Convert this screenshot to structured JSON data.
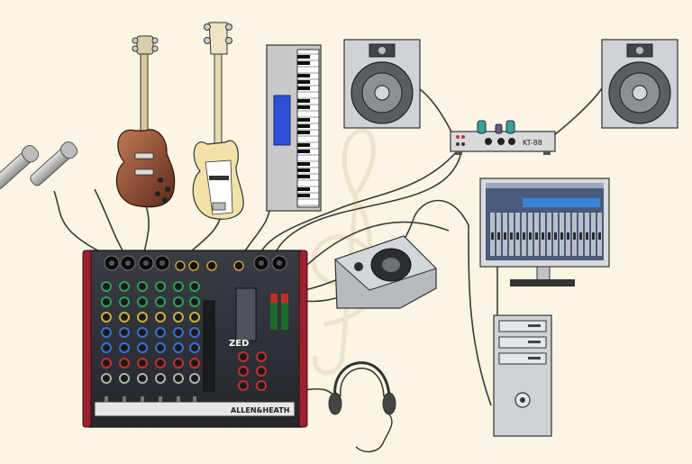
{
  "amplifier": {
    "label": "KT-88"
  },
  "mixer": {
    "brand": "ALLEN&HEATH",
    "model": "ZED"
  },
  "icons": [
    "microphone-icon",
    "guitar-icon",
    "bass-guitar-icon",
    "keyboard-icon",
    "speaker-icon",
    "amplifier-icon",
    "mixer-icon",
    "monitor-icon",
    "computer-tower-icon",
    "headphones-icon",
    "treble-clef-icon"
  ],
  "colors": {
    "background": "#fbf5e3",
    "cable": "#3a3a3a",
    "mixer_body": "#2f3138",
    "mixer_side": "#9b2030",
    "keyboard_screen": "#2f4fd6"
  }
}
